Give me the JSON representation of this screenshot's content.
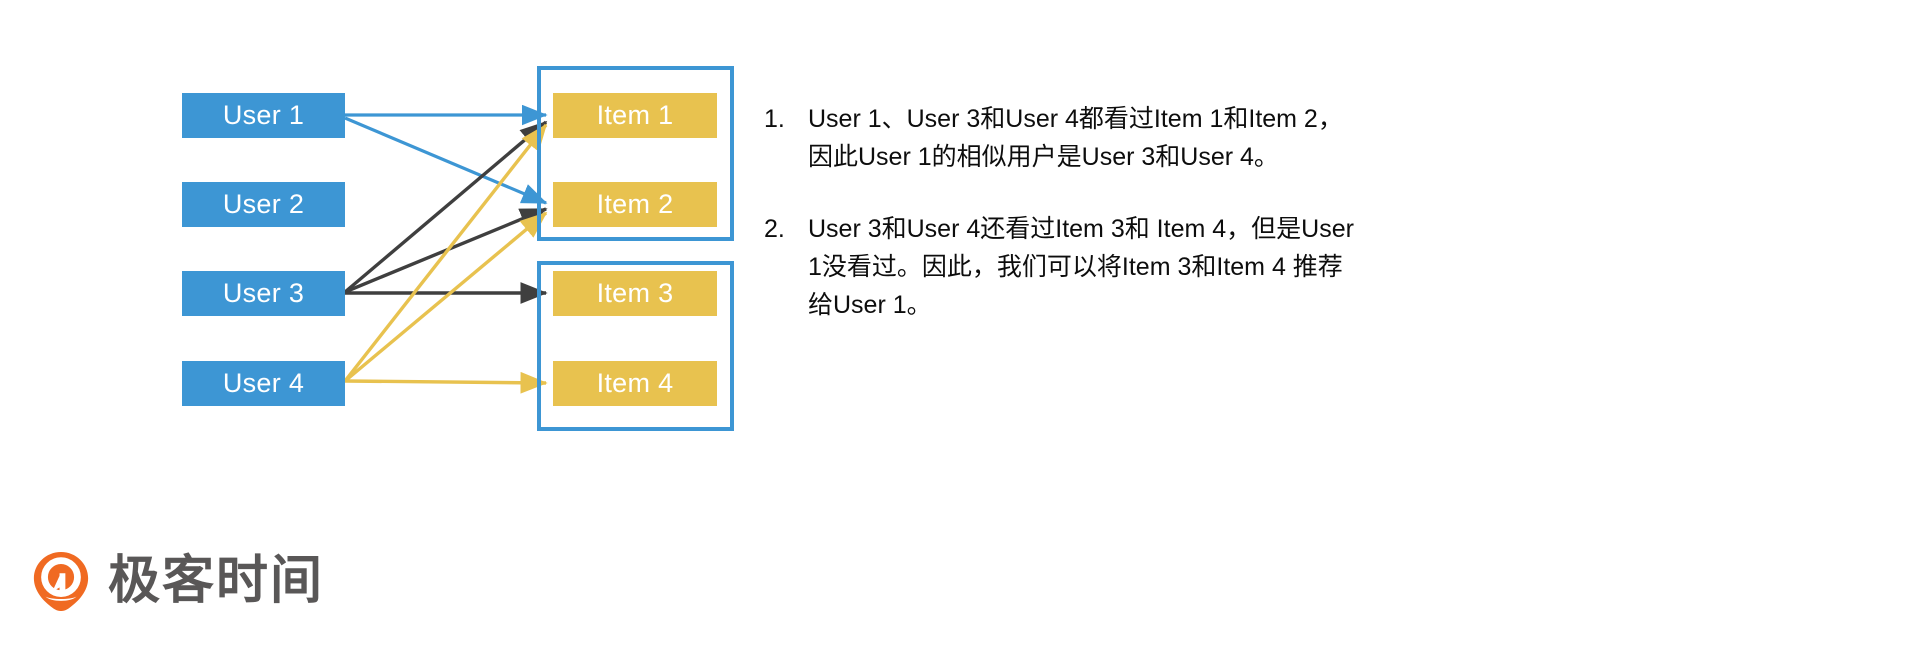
{
  "diagram": {
    "users": [
      {
        "id": "user-1",
        "label": "User 1"
      },
      {
        "id": "user-2",
        "label": "User 2"
      },
      {
        "id": "user-3",
        "label": "User 3"
      },
      {
        "id": "user-4",
        "label": "User 4"
      }
    ],
    "items": [
      {
        "id": "item-1",
        "label": "Item 1"
      },
      {
        "id": "item-2",
        "label": "Item 2"
      },
      {
        "id": "item-3",
        "label": "Item 3"
      },
      {
        "id": "item-4",
        "label": "Item 4"
      }
    ],
    "edges": [
      {
        "from": "User 1",
        "to": "Item 1",
        "color": "#3d96d4"
      },
      {
        "from": "User 1",
        "to": "Item 2",
        "color": "#3d96d4"
      },
      {
        "from": "User 3",
        "to": "Item 1",
        "color": "#3f3f3f"
      },
      {
        "from": "User 3",
        "to": "Item 2",
        "color": "#3f3f3f"
      },
      {
        "from": "User 3",
        "to": "Item 3",
        "color": "#3f3f3f"
      },
      {
        "from": "User 4",
        "to": "Item 1",
        "color": "#e8c24f"
      },
      {
        "from": "User 4",
        "to": "Item 2",
        "color": "#e8c24f"
      },
      {
        "from": "User 4",
        "to": "Item 4",
        "color": "#e8c24f"
      }
    ],
    "colors": {
      "user_fill": "#3d96d4",
      "item_fill": "#e8c24f",
      "group_border": "#3d96d4",
      "edge_blue": "#3d96d4",
      "edge_dark": "#3f3f3f",
      "edge_yellow": "#e8c24f"
    }
  },
  "notes": [
    {
      "number": "1.",
      "lines": [
        "User 1、User 3和User 4都看过Item 1和Item 2，",
        "因此User 1的相似用户是User 3和User 4。"
      ]
    },
    {
      "number": "2.",
      "lines": [
        "User 3和User 4还看过Item 3和 Item 4，但是User",
        "1没看过。因此，我们可以将Item 3和Item 4 推荐",
        "给User 1。"
      ]
    }
  ],
  "logo": {
    "text": "极客时间",
    "mark_color": "#f06a22",
    "text_color": "#595757"
  }
}
